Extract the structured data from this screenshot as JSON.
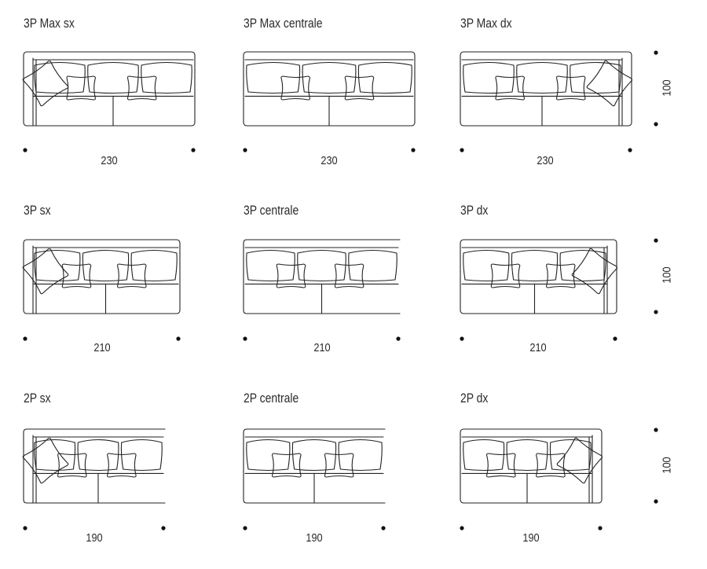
{
  "modules": [
    {
      "title": "3P Max sx",
      "width": "230",
      "arm": "left",
      "cut": false
    },
    {
      "title": "3P Max centrale",
      "width": "230",
      "arm": "none",
      "cut": false
    },
    {
      "title": "3P Max dx",
      "width": "230",
      "arm": "right",
      "cut": false
    },
    {
      "title": "3P sx",
      "width": "210",
      "arm": "left",
      "cut": false
    },
    {
      "title": "3P centrale",
      "width": "210",
      "arm": "none",
      "cut": true
    },
    {
      "title": "3P dx",
      "width": "210",
      "arm": "right",
      "cut": false
    },
    {
      "title": "2P sx",
      "width": "190",
      "arm": "left",
      "cut": true
    },
    {
      "title": "2P centrale",
      "width": "190",
      "arm": "none",
      "cut": true
    },
    {
      "title": "2P dx",
      "width": "190",
      "arm": "right",
      "cut": false
    }
  ],
  "depth_labels": [
    "100",
    "100",
    "100"
  ]
}
